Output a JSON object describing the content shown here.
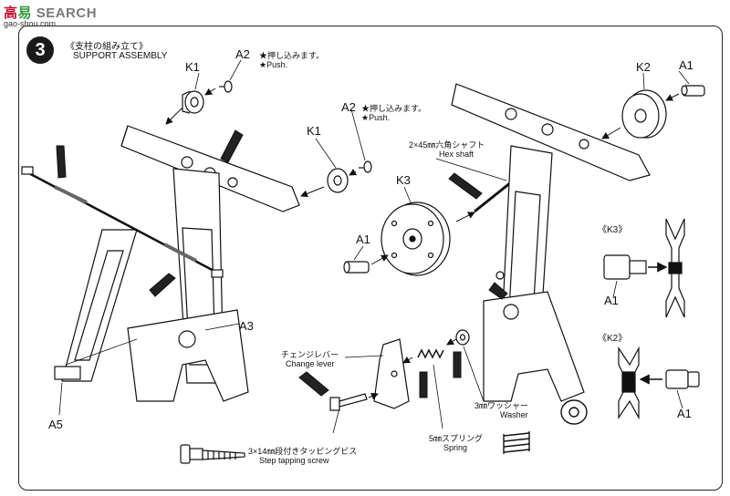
{
  "watermark": {
    "part_a": "高",
    "part_b": "易",
    "part_c": "SEARCH",
    "url": "gao-shou.com"
  },
  "step": {
    "number": "3",
    "title_jp": "《支柱の組み立て》",
    "title_en": "SUPPORT ASSEMBLY"
  },
  "labels": {
    "k1_top": "K1",
    "a2_top": "A2",
    "push_jp_1": "★押し込みます。",
    "push_en_1": "★Push.",
    "a2_mid": "A2",
    "push_jp_2": "★押し込みます。",
    "push_en_2": "★Push.",
    "k1_mid": "K1",
    "hex_jp": "2×45㎜六角シャフト",
    "hex_en": "Hex shaft",
    "k3": "K3",
    "a1_mid": "A1",
    "k2_top": "K2",
    "a1_top": "A1",
    "a3": "A3",
    "a5": "A5",
    "lever_jp": "チェンジレバー",
    "lever_en": "Change lever",
    "washer_jp": "3㎜ワッシャー",
    "washer_en": "Washer",
    "spring_jp": "5㎜スプリング",
    "spring_en": "Spring",
    "screw_jp": "3×14㎜段付きタッピングビス",
    "screw_en": "Step tapping screw",
    "detail_k3": "《K3》",
    "detail_k3_a1": "A1",
    "detail_k2": "《K2》",
    "detail_k2_a1": "A1"
  }
}
